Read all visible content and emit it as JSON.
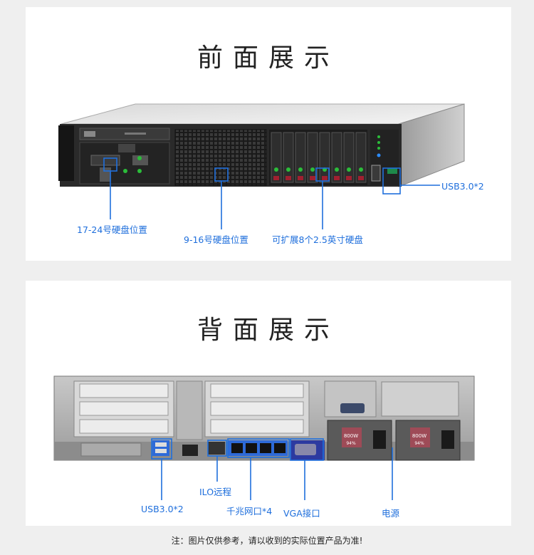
{
  "front": {
    "title": "前面展示",
    "labels": {
      "drives_17_24": "17-24号硬盘位置",
      "drives_9_16": "9-16号硬盘位置",
      "drives_8x25": "可扩展8个2.5英寸硬盘",
      "usb": "USB3.0*2"
    }
  },
  "back": {
    "title": "背面展示",
    "labels": {
      "usb": "USB3.0*2",
      "ilo": "ILO远程",
      "gigabit": "千兆网口*4",
      "vga": "VGA接口",
      "power": "电源"
    },
    "psu_text": [
      "800W",
      "94%",
      "800W",
      "94%"
    ]
  },
  "note": "注：图片仅供参考，请以收到的实际位置产品为准!",
  "colors": {
    "accent": "#1f6fdc",
    "background": "#efefef",
    "panel": "#ffffff"
  }
}
